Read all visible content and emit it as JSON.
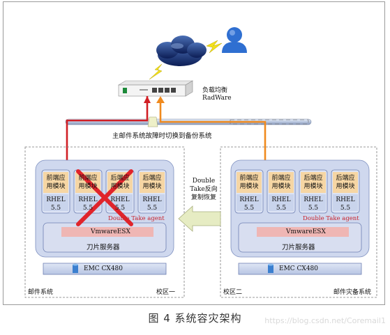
{
  "labels": {
    "load_balance": "负载均衡",
    "radware": "RadWare",
    "switch_text": "主邮件系统故障时切换到备份系统",
    "double_take": [
      "Double",
      "Take反向",
      "复制恢复"
    ],
    "left_agent": "Double Take agent",
    "right_agent": "Double Take agent",
    "vmware": "VmwareESX",
    "blade": "刀片服务器",
    "emc": "EMC CX480",
    "left_system": "邮件系统",
    "left_campus": "校区一",
    "right_campus": "校区二",
    "right_system": "邮件灾备系统"
  },
  "modules": {
    "left": [
      "前端应\n用模块",
      "前端应\n用模块",
      "后端应\n用模块",
      "后端应\n用模块"
    ],
    "right": [
      "前端应\n用模块",
      "前端应\n用模块",
      "后端应\n用模块",
      "后端应\n用模块"
    ],
    "rhel": "RHEL\n5.5"
  },
  "caption": "图 4  系统容灾架构",
  "watermark": "https://blog.csdn.net/Coremail1",
  "colors": {
    "red": "#d11f25",
    "orange": "#f08a1e",
    "panel": "#cfd8ee",
    "pink": "#efb6b4"
  }
}
